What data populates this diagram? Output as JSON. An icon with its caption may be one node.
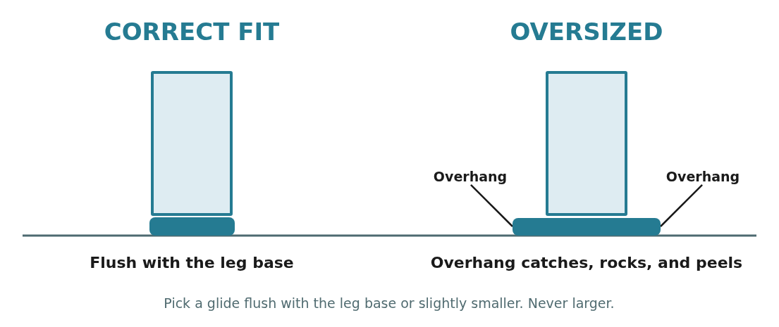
{
  "diagram": {
    "caption": "Pick a glide flush with the leg base or slightly smaller. Never larger.",
    "nodes": [
      {
        "text": [],
        "shape": "box"
      },
      {
        "text": [],
        "shape": "bar"
      },
      {
        "text": [],
        "shape": "box"
      },
      {
        "text": [
          "Overhang"
        ]
      },
      {
        "text": [
          "Overhang"
        ]
      },
      {
        "text": [],
        "shape": "bar"
      }
    ],
    "edges": [
      {
        "from": 3,
        "to": 5,
        "arrow": "none"
      },
      {
        "from": 4,
        "to": 5,
        "arrow": "none"
      }
    ],
    "labels": [
      "CORRECT FIT",
      "OVERSIZED",
      "Flush with the leg base",
      "Overhang catches, rocks, and peels"
    ]
  }
}
